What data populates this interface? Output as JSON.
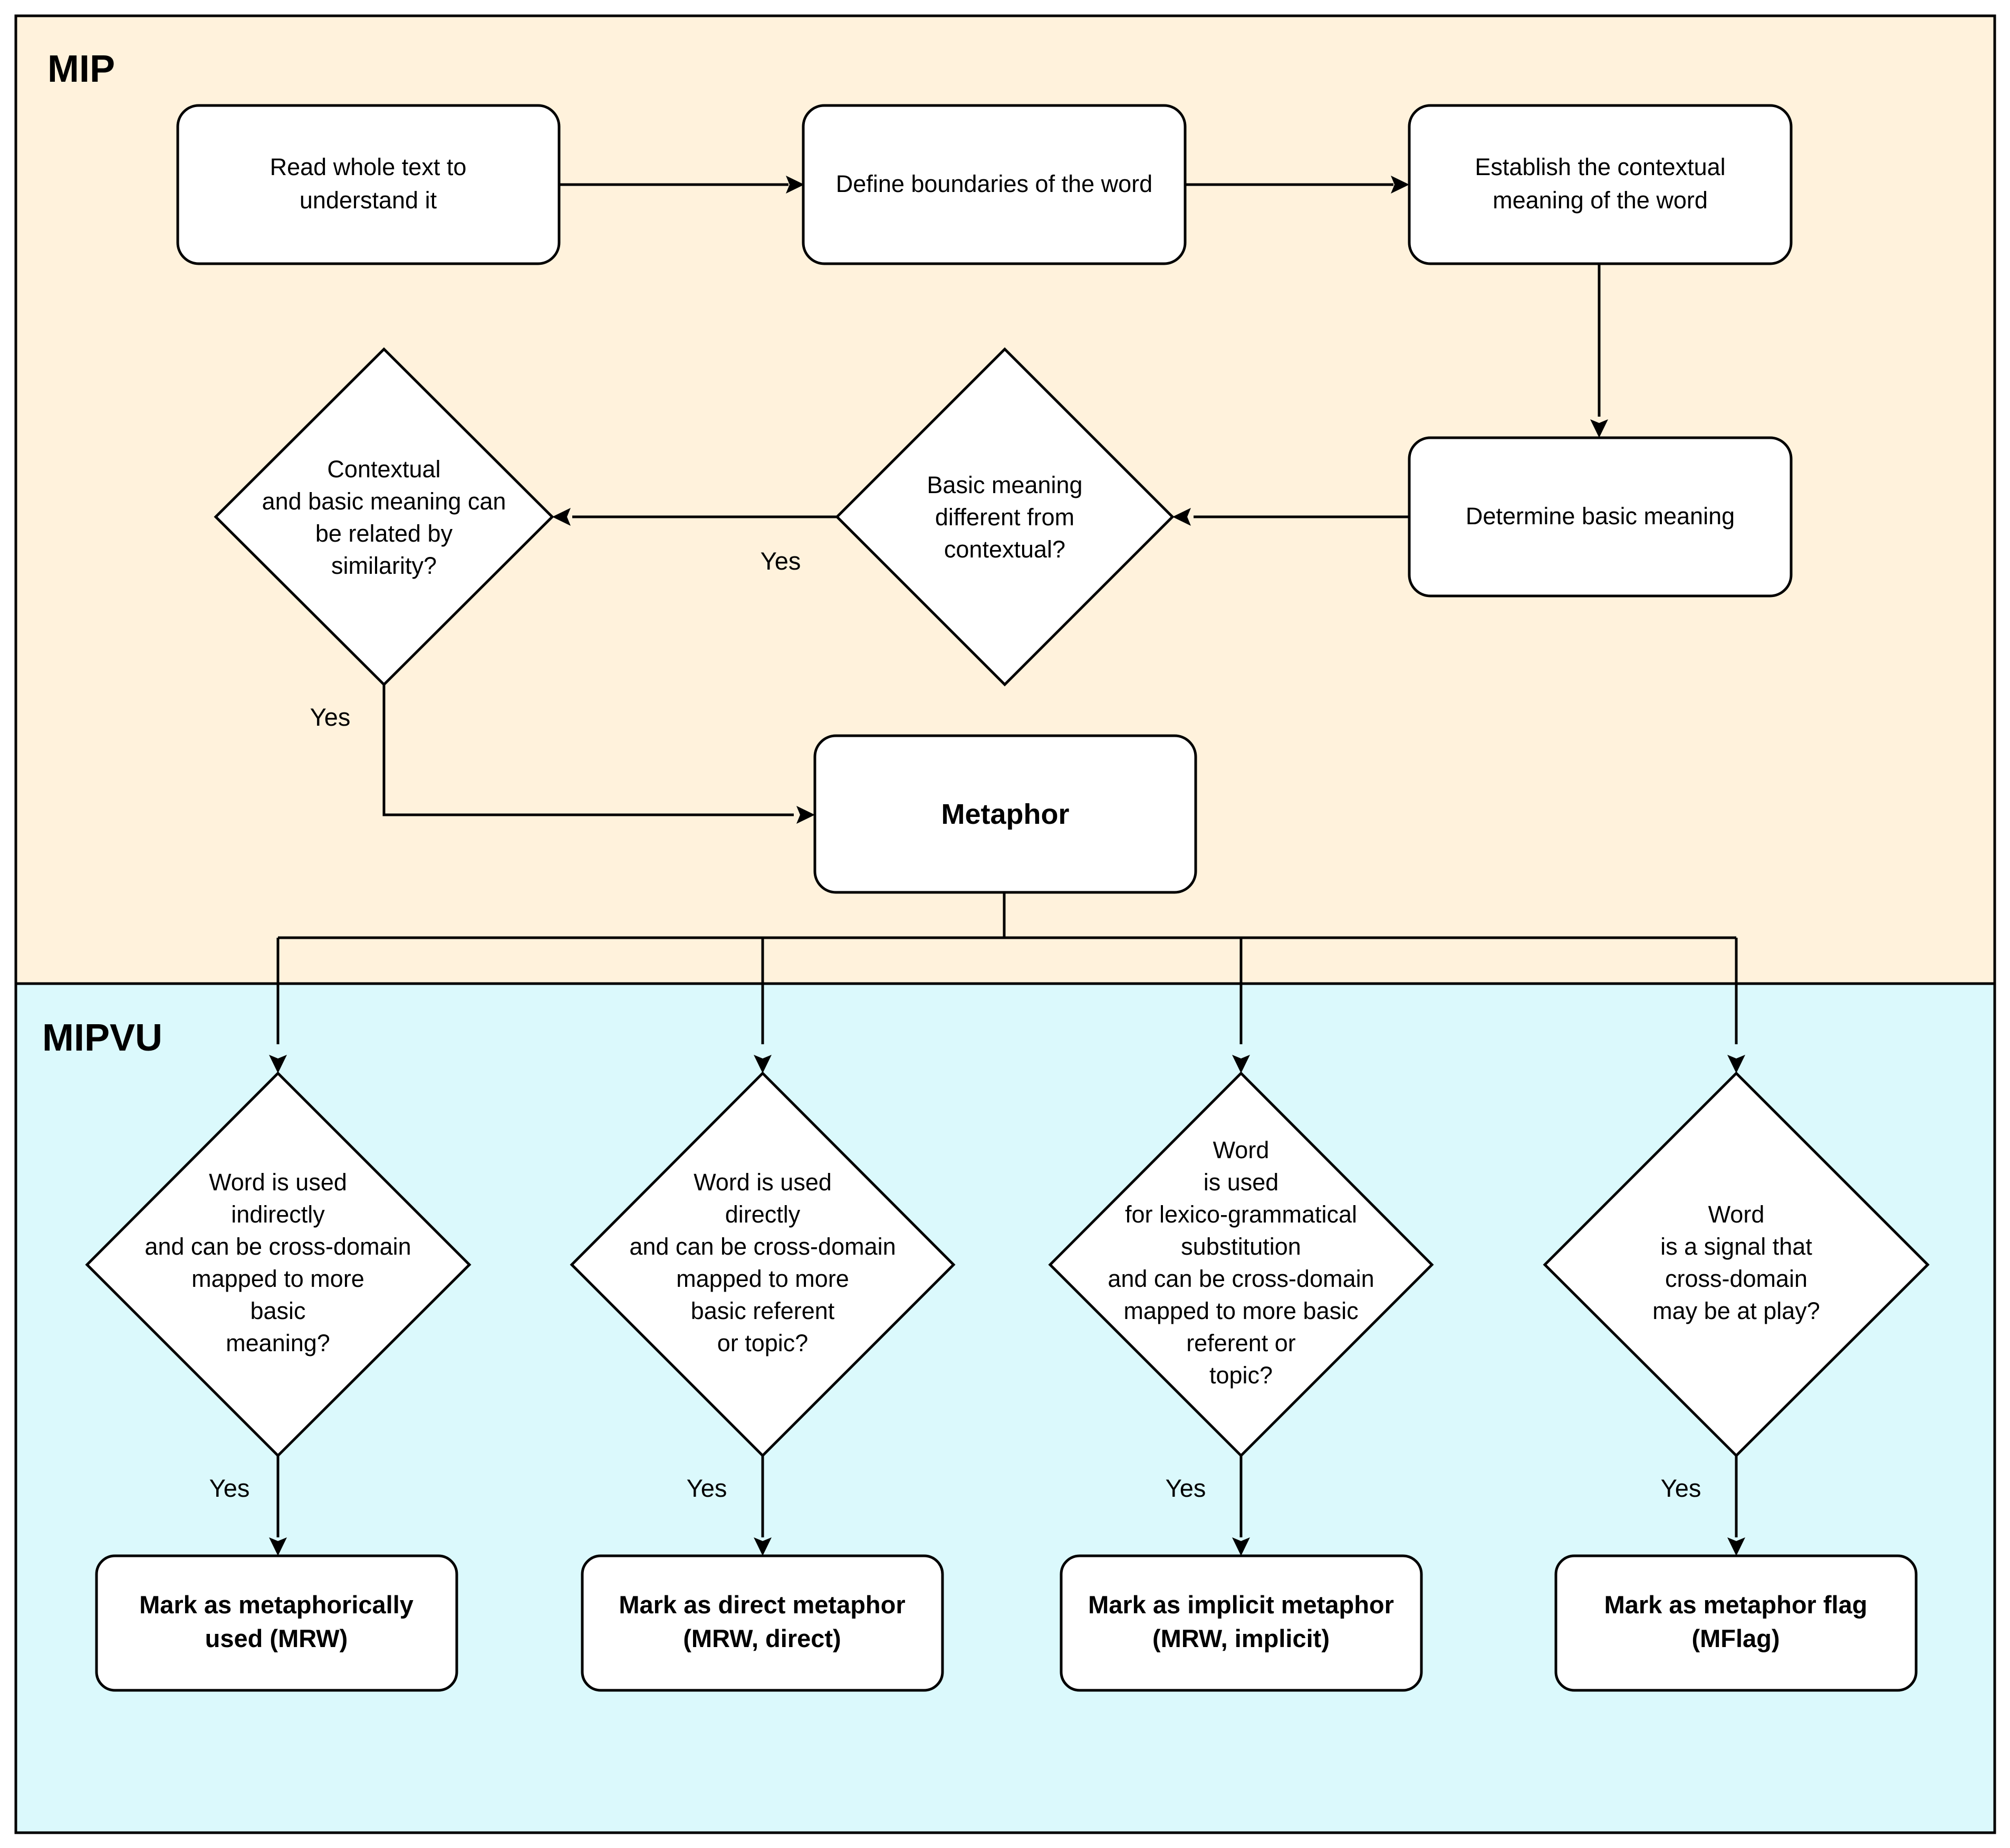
{
  "sections": {
    "mip": {
      "title": "MIP",
      "fill": "#fff2dc"
    },
    "mipvu": {
      "title": "MIPVU",
      "fill": "#dbf9fc"
    }
  },
  "nodes": {
    "read_text": [
      "Read whole text to",
      "understand it"
    ],
    "define_boundaries": [
      "Define boundaries of the word"
    ],
    "contextual_meaning": [
      "Establish the contextual",
      "meaning of the word"
    ],
    "basic_meaning": [
      "Determine basic meaning"
    ],
    "decision_different": [
      "Basic meaning",
      "different from",
      "contextual?"
    ],
    "decision_similarity": [
      "Contextual",
      "and basic meaning can",
      "be related by",
      "similarity?"
    ],
    "metaphor": [
      "Metaphor"
    ],
    "decision_indirect": [
      "Word is used",
      "indirectly",
      "and can be cross-domain",
      "mapped to more",
      "basic",
      "meaning?"
    ],
    "decision_direct": [
      "Word is used",
      "directly",
      "and can be cross-domain",
      "mapped to more",
      "basic referent",
      "or topic?"
    ],
    "decision_implicit": [
      "Word",
      "is used",
      "for lexico-grammatical",
      "substitution",
      "and can be cross-domain",
      "mapped to more basic",
      "referent or",
      "topic?"
    ],
    "decision_flag": [
      "Word",
      "is a signal that",
      "cross-domain",
      "may be at play?"
    ],
    "mark_mrw": [
      "Mark as metaphorically",
      "used (MRW)"
    ],
    "mark_direct": [
      "Mark as direct metaphor",
      "(MRW, direct)"
    ],
    "mark_implicit": [
      "Mark as implicit metaphor",
      "(MRW, implicit)"
    ],
    "mark_flag": [
      "Mark as metaphor flag",
      "(MFlag)"
    ]
  },
  "edge_labels": {
    "different_yes": "Yes",
    "similarity_yes": "Yes",
    "indirect_yes": "Yes",
    "direct_yes": "Yes",
    "implicit_yes": "Yes",
    "flag_yes": "Yes"
  }
}
